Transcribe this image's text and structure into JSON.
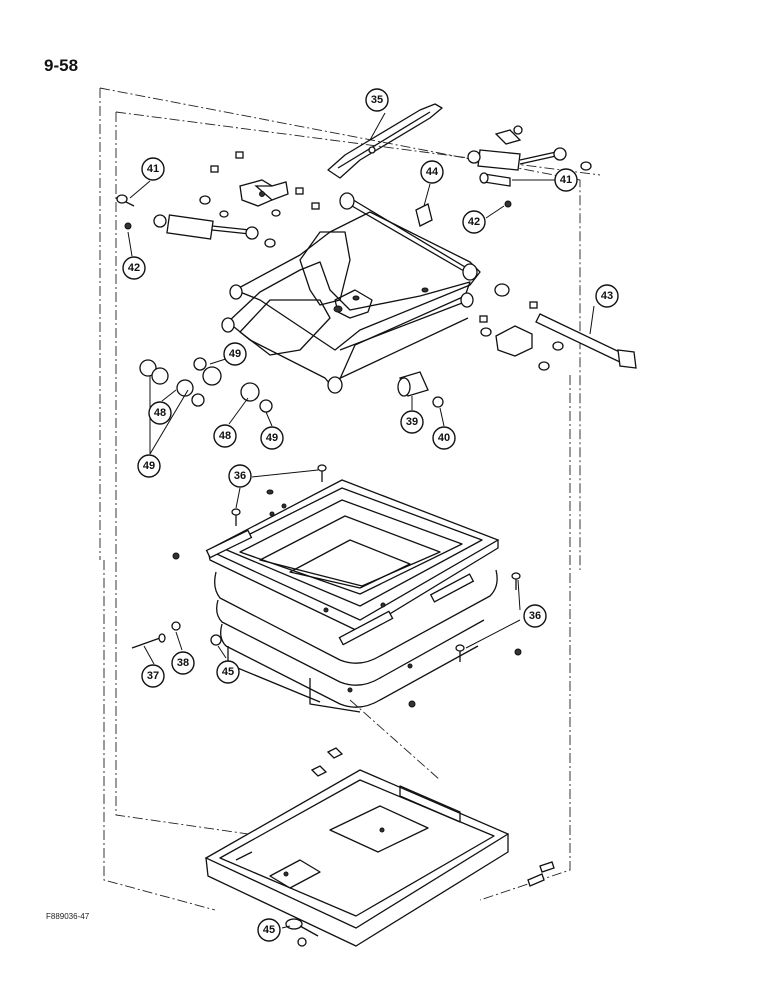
{
  "page_number": "9-58",
  "figure_code": "F889036-47",
  "callouts": {
    "c35": "35",
    "c41a": "41",
    "c41b": "41",
    "c44": "44",
    "c42a": "42",
    "c42b": "42",
    "c43": "43",
    "c49a": "49",
    "c48a": "48",
    "c49b": "49",
    "c48b": "48",
    "c49c": "49",
    "c39": "39",
    "c40": "40",
    "c36a": "36",
    "c36b": "36",
    "c37": "37",
    "c38": "38",
    "c45a": "45",
    "c45b": "45"
  }
}
